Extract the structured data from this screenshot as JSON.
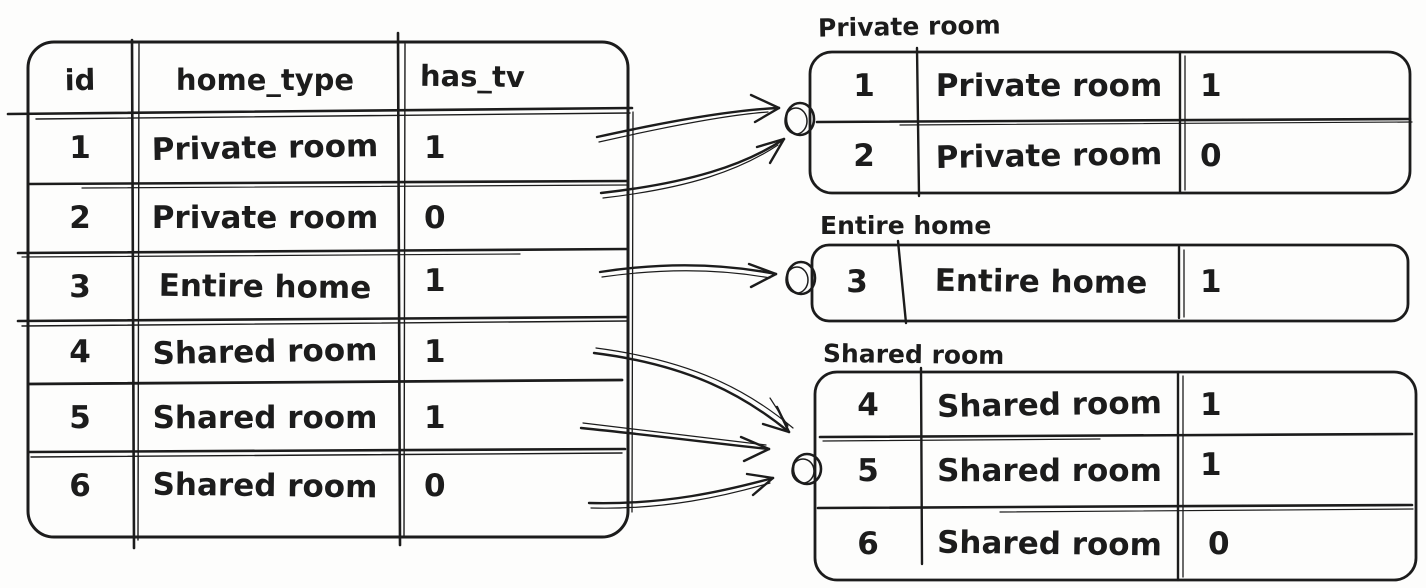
{
  "colors": {
    "ink": "#1c1c1c",
    "background": "#fdfdfc"
  },
  "source_table": {
    "columns": [
      "id",
      "home_type",
      "has_tv"
    ],
    "rows": [
      [
        "1",
        "Private room",
        "1"
      ],
      [
        "2",
        "Private room",
        "0"
      ],
      [
        "3",
        "Entire home",
        "1"
      ],
      [
        "4",
        "Shared room",
        "1"
      ],
      [
        "5",
        "Shared room",
        "1"
      ],
      [
        "6",
        "Shared room",
        "0"
      ]
    ]
  },
  "groups": [
    {
      "label": "Private room",
      "rows": [
        [
          "1",
          "Private room",
          "1"
        ],
        [
          "2",
          "Private room",
          "0"
        ]
      ]
    },
    {
      "label": "Entire home",
      "rows": [
        [
          "3",
          "Entire home",
          "1"
        ]
      ]
    },
    {
      "label": "Shared room",
      "rows": [
        [
          "4",
          "Shared room",
          "1"
        ],
        [
          "5",
          "Shared room",
          "1"
        ],
        [
          "6",
          "Shared room",
          "0"
        ]
      ]
    }
  ],
  "arrows": [
    {
      "from_row_id": "1",
      "to_group": "Private room"
    },
    {
      "from_row_id": "2",
      "to_group": "Private room"
    },
    {
      "from_row_id": "3",
      "to_group": "Entire home"
    },
    {
      "from_row_id": "4",
      "to_group": "Shared room"
    },
    {
      "from_row_id": "5",
      "to_group": "Shared room"
    },
    {
      "from_row_id": "6",
      "to_group": "Shared room"
    }
  ]
}
